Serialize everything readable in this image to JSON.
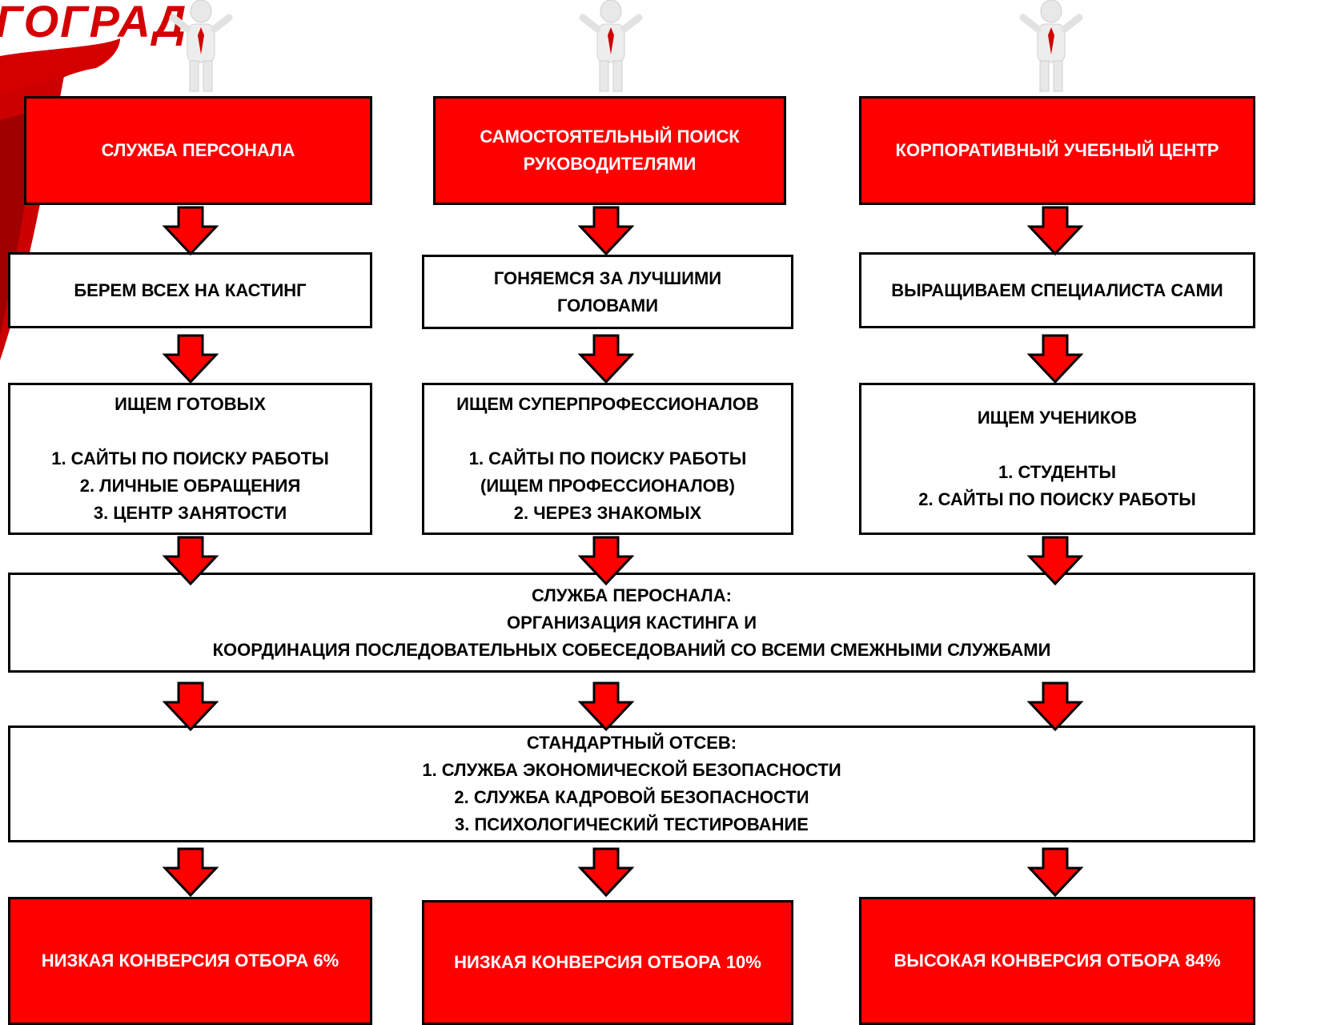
{
  "logo": {
    "text": "ГОГРАД"
  },
  "columns": [
    {
      "header": [
        "СЛУЖБА ПЕРСОНАЛА"
      ],
      "approach": [
        "БЕРЕМ ВСЕХ НА КАСТИНГ"
      ],
      "search_title": "ИЩЕМ ГОТОВЫХ",
      "search_items": [
        "1. САЙТЫ ПО ПОИСКУ РАБОТЫ",
        "2. ЛИЧНЫЕ ОБРАЩЕНИЯ",
        "3. ЦЕНТР ЗАНЯТОСТИ"
      ],
      "result": "НИЗКАЯ КОНВЕРСИЯ ОТБОРА 6%"
    },
    {
      "header": [
        "САМОСТОЯТЕЛЬНЫЙ ПОИСК",
        "РУКОВОДИТЕЛЯМИ"
      ],
      "approach": [
        "ГОНЯЕМСЯ ЗА ЛУЧШИМИ",
        "ГОЛОВАМИ"
      ],
      "search_title": "ИЩЕМ СУПЕРПРОФЕССИОНАЛОВ",
      "search_items": [
        "1. САЙТЫ ПО ПОИСКУ РАБОТЫ",
        "(ИЩЕМ ПРОФЕССИОНАЛОВ)",
        "2. ЧЕРЕЗ ЗНАКОМЫХ"
      ],
      "result": "НИЗКАЯ КОНВЕРСИЯ ОТБОРА 10%"
    },
    {
      "header": [
        "КОРПОРАТИВНЫЙ УЧЕБНЫЙ ЦЕНТР"
      ],
      "approach": [
        "ВЫРАЩИВАЕМ СПЕЦИАЛИСТА САМИ"
      ],
      "search_title": "ИЩЕМ УЧЕНИКОВ",
      "search_items": [
        "1. СТУДЕНТЫ",
        "2. САЙТЫ ПО ПОИСКУ РАБОТЫ"
      ],
      "result": "ВЫСОКАЯ КОНВЕРСИЯ ОТБОРА 84%"
    }
  ],
  "casting": [
    "СЛУЖБА ПЕРОСНАЛА:",
    "ОРГАНИЗАЦИЯ КАСТИНГА И",
    "КООРДИНАЦИЯ ПОСЛЕДОВАТЕЛЬНЫХ СОБЕСЕДОВАНИЙ СО ВСЕМИ СМЕЖНЫМИ СЛУЖБАМИ"
  ],
  "screening": [
    "СТАНДАРТНЫЙ ОТСЕВ:",
    "1. СЛУЖБА ЭКОНОМИЧЕСКОЙ БЕЗОПАСНОСТИ",
    "2. СЛУЖБА КАДРОВОЙ БЕЗОПАСНОСТИ",
    "3. ПСИХОЛОГИЧЕСКИЙ ТЕСТИРОВАНИЕ"
  ],
  "colors": {
    "accent": "#ff0000",
    "border": "#000000",
    "box": "#ffffff"
  },
  "icons": {
    "arrow": "down-arrow-icon",
    "person": "businessman-figure-icon"
  }
}
